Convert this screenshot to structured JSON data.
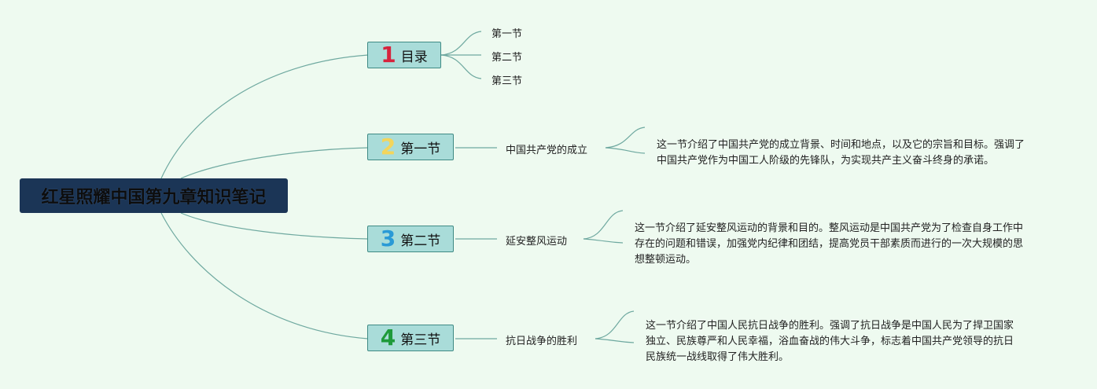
{
  "root": {
    "title": "红星照耀中国第九章知识笔记"
  },
  "branches": [
    {
      "number": "1",
      "color": "#d7233d",
      "label": "目录",
      "children": [
        "第一节",
        "第二节",
        "第三节"
      ]
    },
    {
      "number": "2",
      "color": "#f3d55b",
      "label": "第一节",
      "topic": "中国共产党的成立",
      "detail": "这一节介绍了中国共产党的成立背景、时间和地点，以及它的宗旨和目标。强调了中国共产党作为中国工人阶级的先锋队，为实现共产主义奋斗终身的承诺。"
    },
    {
      "number": "3",
      "color": "#2a9ad6",
      "label": "第二节",
      "topic": "延安整风运动",
      "detail": "这一节介绍了延安整风运动的背景和目的。整风运动是中国共产党为了检查自身工作中存在的问题和错误，加强党内纪律和团结，提高党员干部素质而进行的一次大规模的思想整顿运动。"
    },
    {
      "number": "4",
      "color": "#1e9a3a",
      "label": "第三节",
      "topic": "抗日战争的胜利",
      "detail": "这一节介绍了中国人民抗日战争的胜利。强调了抗日战争是中国人民为了捍卫国家独立、民族尊严和人民幸福，浴血奋战的伟大斗争，标志着中国共产党领导的抗日民族统一战线取得了伟大胜利。"
    }
  ],
  "colors": {
    "background": "#eefaf0",
    "root_fill": "#1b3556",
    "branch_fill": "#a9dcd9",
    "line": "#6fa9a0"
  }
}
